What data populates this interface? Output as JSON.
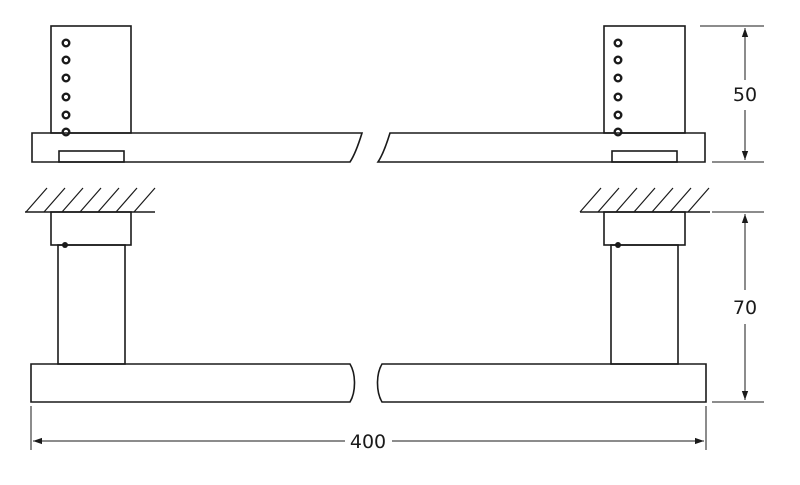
{
  "drawing": {
    "dimensions": {
      "height_top": "50",
      "height_bottom": "70",
      "length": "400"
    }
  }
}
